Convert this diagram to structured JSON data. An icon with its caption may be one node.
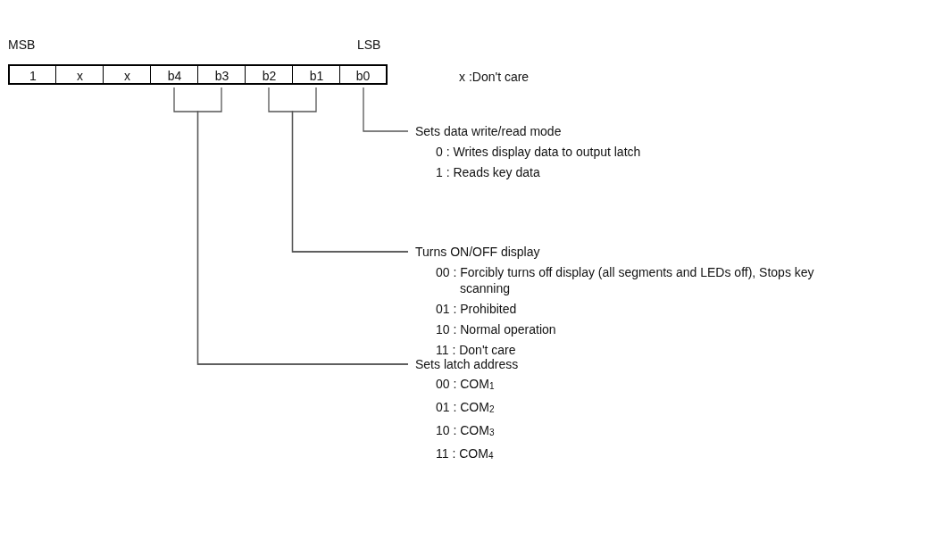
{
  "diagram": {
    "nodes": [
      {
        "text": [
          "1"
        ]
      },
      {
        "text": [
          "x"
        ]
      },
      {
        "text": [
          "x"
        ]
      },
      {
        "text": [
          "b4"
        ]
      },
      {
        "text": [
          "b3"
        ]
      },
      {
        "text": [
          "b2"
        ]
      },
      {
        "text": [
          "b1"
        ]
      },
      {
        "text": [
          "b0"
        ]
      },
      {
        "text": [
          "Sets data write/read mode",
          "0 : Writes display data to output latch",
          "1 : Reads key data"
        ]
      },
      {
        "text": [
          "Turns ON/OFF display",
          "00 : Forcibly turns off display (all segments and LEDs off), Stops key scanning",
          "01 : Prohibited",
          "10 : Normal operation",
          "11 : Don't care"
        ]
      },
      {
        "text": [
          "Sets latch address",
          "00 : COM$_{1}$",
          "01 : COM$_{2}$",
          "10 : COM$_{3}$",
          "11 : COM$_{4}$"
        ]
      }
    ],
    "edges": [
      {
        "from": 7,
        "to": 8,
        "arrow": "none"
      },
      {
        "from": 5,
        "to": 9,
        "arrow": "none"
      },
      {
        "from": 6,
        "to": 9,
        "arrow": "none"
      },
      {
        "from": 3,
        "to": 10,
        "arrow": "none"
      },
      {
        "from": 4,
        "to": 10,
        "arrow": "none"
      }
    ],
    "labels": [
      "MSB",
      "LSB",
      "x :Don't care"
    ]
  }
}
